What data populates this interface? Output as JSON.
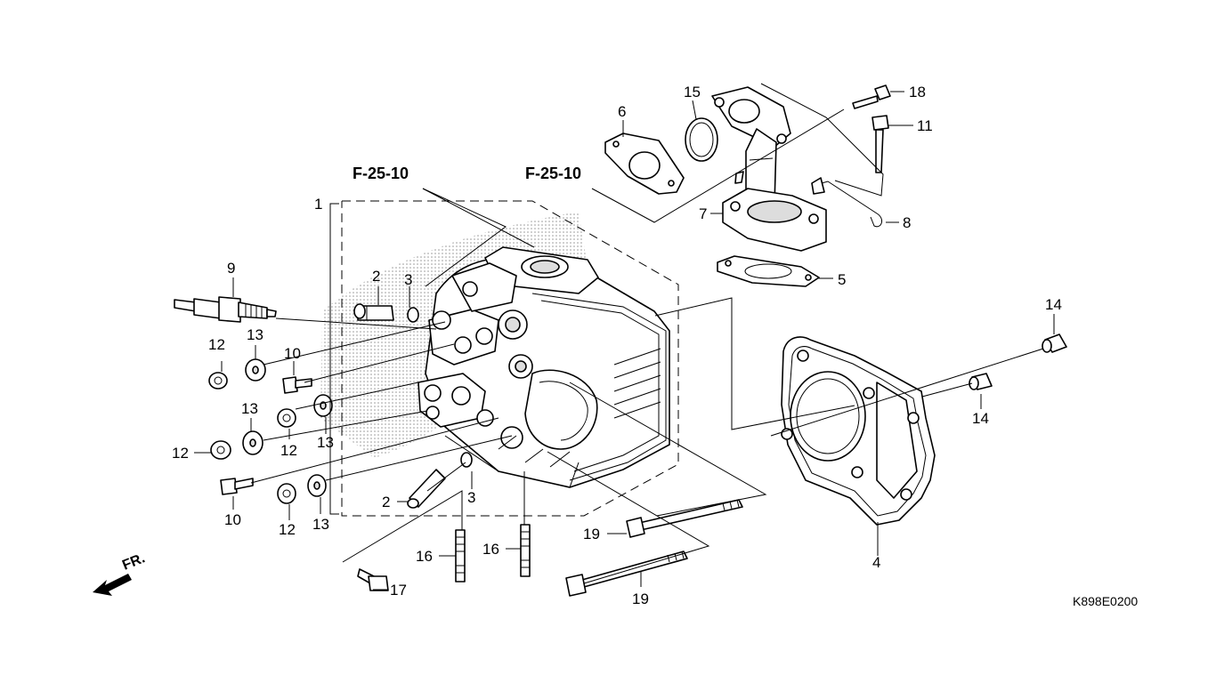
{
  "diagram": {
    "code": "K898E0200",
    "front_label": "FR.",
    "references": [
      "F-25-10",
      "F-25-10"
    ],
    "callouts": [
      "1",
      "2",
      "3",
      "2",
      "3",
      "4",
      "5",
      "6",
      "7",
      "8",
      "9",
      "10",
      "10",
      "11",
      "12",
      "12",
      "12",
      "13",
      "13",
      "13",
      "13",
      "14",
      "14",
      "15",
      "16",
      "16",
      "17",
      "18",
      "19",
      "19"
    ]
  }
}
